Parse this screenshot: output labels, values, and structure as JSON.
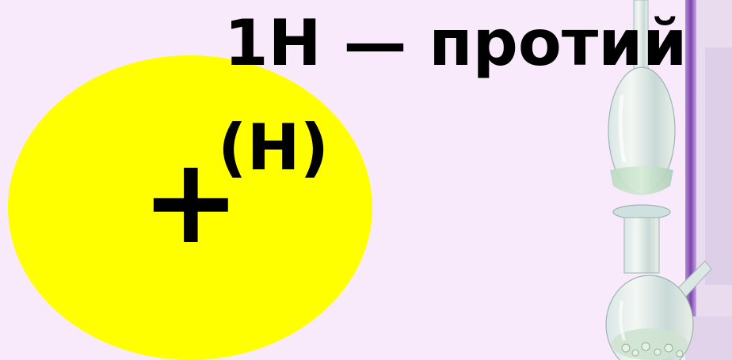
{
  "slide": {
    "title_line_1": "1H — протий",
    "title_line_2": "(H)",
    "nucleus_charge": "+"
  },
  "colors": {
    "background": "#f9eafb",
    "nucleus": "#ffff00",
    "text": "#000000",
    "frame_accent": "#8a57b8"
  },
  "icons": {
    "flask": "glass-flask-illustration"
  }
}
